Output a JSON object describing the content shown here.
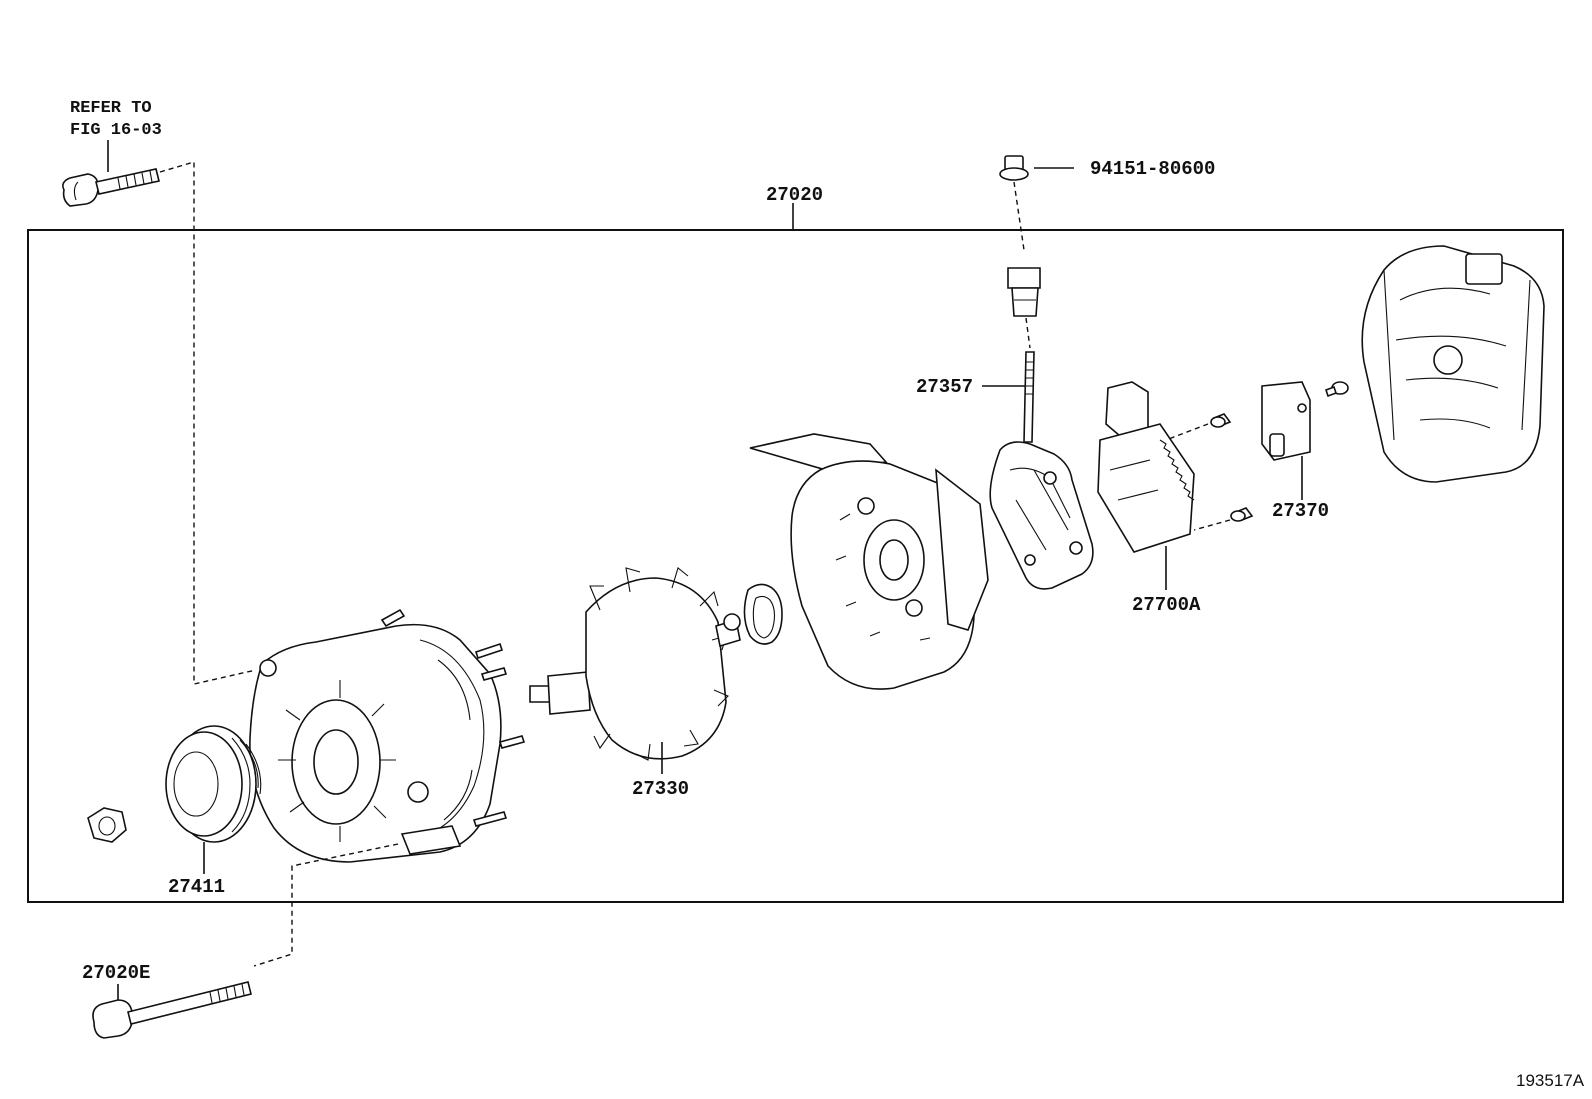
{
  "labels": {
    "refer_line1": "REFER TO",
    "refer_line2": "FIG 16-03",
    "p27020": "27020",
    "p94151": "94151-80600",
    "p27357": "27357",
    "p27370": "27370",
    "p27700A": "27700A",
    "p27330": "27330",
    "p27411": "27411",
    "p27020E": "27020E",
    "figure_code": "193517A"
  }
}
